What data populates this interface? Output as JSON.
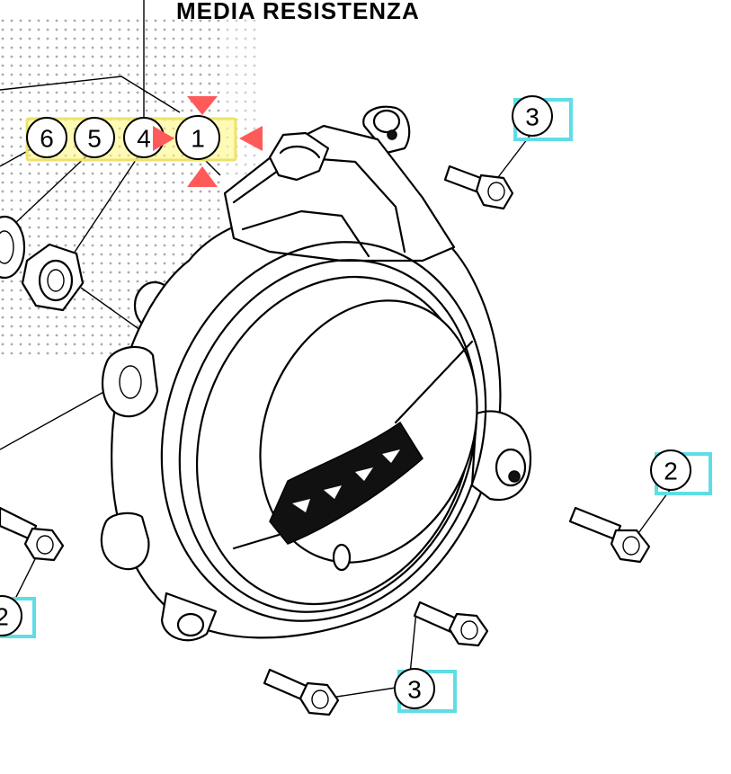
{
  "title": "MEDIA RESISTENZA",
  "callouts": {
    "c1": "1",
    "c4": "4",
    "c5": "5",
    "c6": "6",
    "c3_top": "3",
    "c2_right": "2",
    "c3_bottom": "3",
    "c2_left": "2"
  },
  "colors": {
    "highlight_cyan": "#5fdde6",
    "highlight_yellow": "#ede36a",
    "selection_arrow": "#ff5a5a"
  }
}
